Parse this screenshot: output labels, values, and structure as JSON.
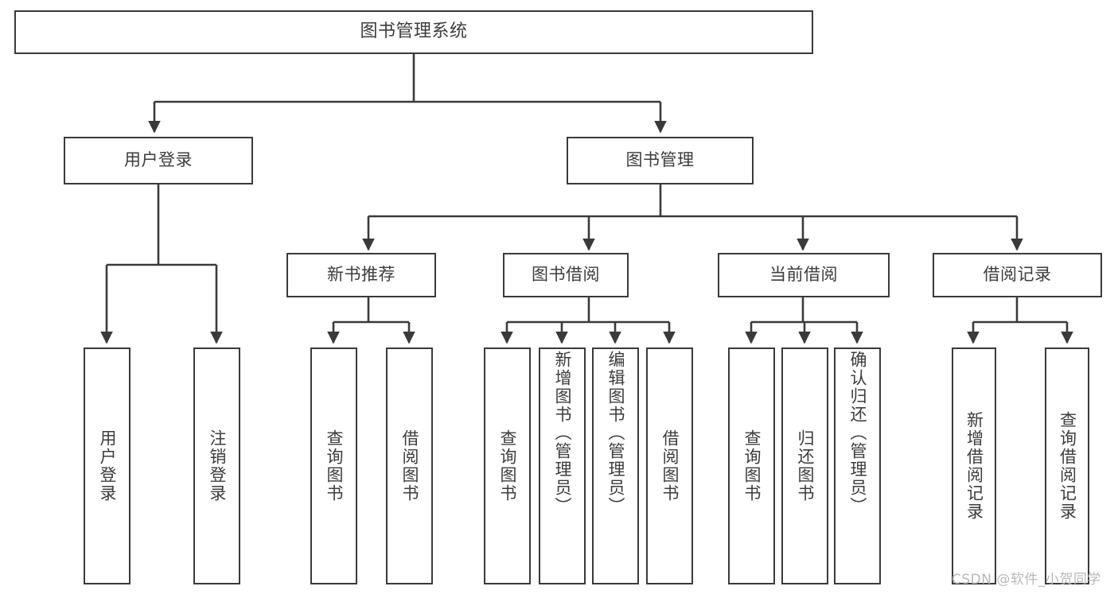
{
  "diagram": {
    "title": "图书管理系统",
    "type": "tree-hierarchy",
    "line_color": "#3a3a3a",
    "text_color": "#3c3c3c",
    "background": "#ffffff"
  },
  "watermark": {
    "text": "CSDN @软件_小贺同学",
    "color": "#b8b8b8"
  },
  "nodes": {
    "root": {
      "label": "图书管理系统"
    },
    "level1": [
      {
        "label": "用户登录"
      },
      {
        "label": "图书管理"
      }
    ],
    "level2": [
      {
        "label": "新书推荐"
      },
      {
        "label": "图书借阅"
      },
      {
        "label": "当前借阅"
      },
      {
        "label": "借阅记录"
      }
    ],
    "leaves": {
      "user_login": [
        {
          "label": "用户登录"
        },
        {
          "label": "注销登录"
        }
      ],
      "new_book_recommend": [
        {
          "label": "查询图书"
        },
        {
          "label": "借阅图书"
        }
      ],
      "book_borrow": [
        {
          "label": "查询图书"
        },
        {
          "label": "新增图书（管理员）"
        },
        {
          "label": "编辑图书（管理员）"
        },
        {
          "label": "借阅图书"
        }
      ],
      "current_borrow": [
        {
          "label": "查询图书"
        },
        {
          "label": "归还图书"
        },
        {
          "label": "确认归还（管理员）"
        }
      ],
      "borrow_record": [
        {
          "label": "新增借阅记录"
        },
        {
          "label": "查询借阅记录"
        }
      ]
    }
  }
}
